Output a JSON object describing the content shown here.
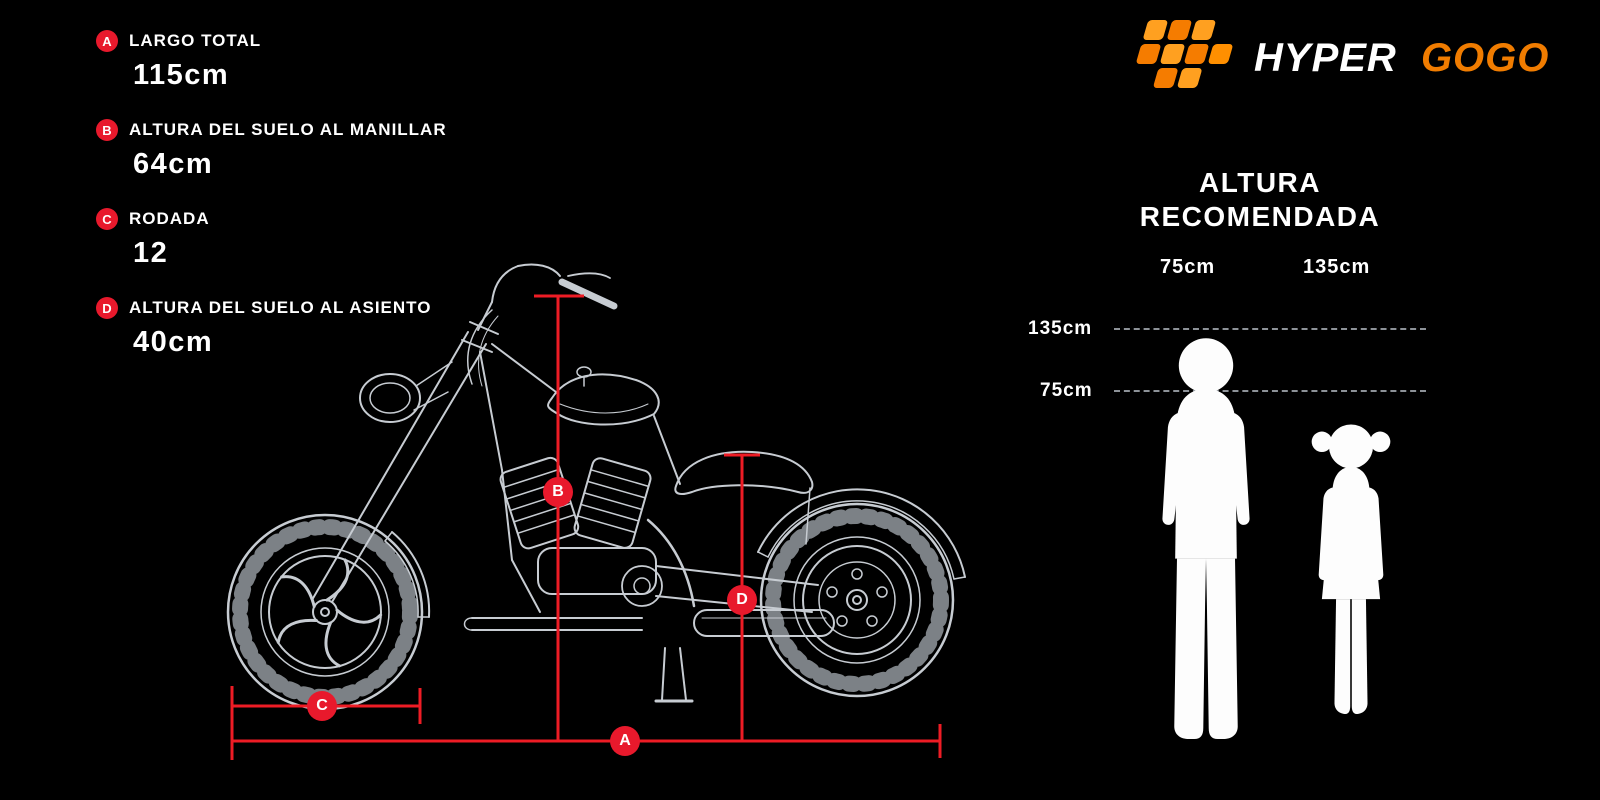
{
  "background": "#000000",
  "specs": [
    {
      "letter": "A",
      "label": "LARGO TOTAL",
      "value": "115cm"
    },
    {
      "letter": "B",
      "label": "ALTURA DEL SUELO AL MANILLAR",
      "value": "64cm"
    },
    {
      "letter": "C",
      "label": "RODADA",
      "value": "12"
    },
    {
      "letter": "D",
      "label": "ALTURA DEL SUELO AL ASIENTO",
      "value": "40cm"
    }
  ],
  "brand": {
    "name_primary": "HYPER",
    "name_secondary": "GOGO",
    "primary_color": "#ffffff",
    "secondary_color": "#f07c00",
    "icon": "checkered-flag-icon"
  },
  "height_chart": {
    "title_line1": "ALTURA",
    "title_line2": "RECOMENDADA",
    "range_min_label": "75cm",
    "range_max_label": "135cm",
    "axis_label_top": "135cm",
    "axis_label_bottom": "75cm"
  },
  "dimensions": {
    "marker_a": "A",
    "marker_b": "B",
    "marker_c": "C",
    "marker_d": "D",
    "line_color": "#ee1c25",
    "badge_color": "#e8192c"
  }
}
